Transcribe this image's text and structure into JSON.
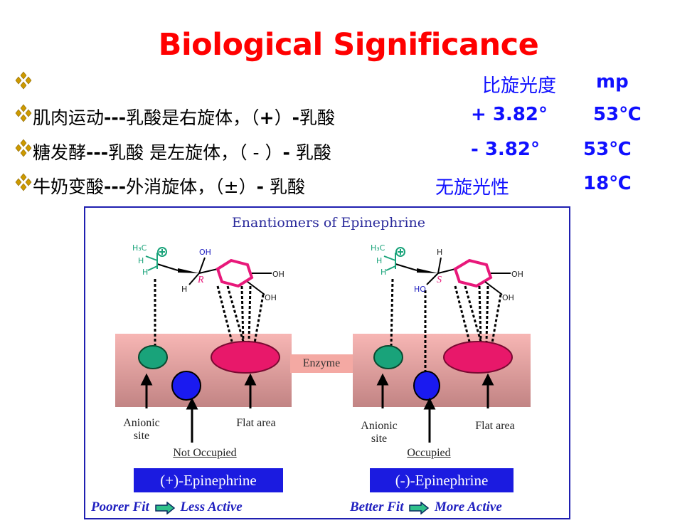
{
  "title": "Biological Significance",
  "header_row": {
    "col1": "比旋光度",
    "col2": "mp"
  },
  "rows": [
    {
      "text_a": "肌肉运动",
      "text_b": "---",
      "text_c": "乳酸是右旋体，（",
      "text_d": "+",
      "text_e": "）",
      "text_f": "-",
      "text_g": "乳酸",
      "rotation": "+ 3.82°",
      "mp": "53℃"
    },
    {
      "text_a": "糖发酵",
      "text_b": "---",
      "text_c": "乳酸 是左旋体，（ - ）",
      "text_d": "",
      "text_e": "",
      "text_f": "-",
      "text_g": " 乳酸",
      "rotation": "- 3.82°",
      "mp": "53℃"
    },
    {
      "text_a": "牛奶变酸",
      "text_b": "---",
      "text_c": "外消旋体，（±）",
      "text_d": "",
      "text_e": "",
      "text_f": "-",
      "text_g": " 乳酸",
      "rotation": "无旋光性",
      "mp": "18℃"
    }
  ],
  "bullet_icon": "diamond-bullet-icon",
  "figure": {
    "title": "Enantiomers of Epinephrine",
    "enzyme_label": "Enzyme",
    "left": {
      "anionic": "Anionic",
      "site": "site",
      "flat": "Flat area",
      "status": "Not Occupied",
      "name": "(+)-Epinephrine",
      "fit": "Poorer Fit",
      "activity": "Less Active",
      "config": "R",
      "atoms": {
        "h3c": "H₃C",
        "h1": "H",
        "h2": "H",
        "oh_top": "OH",
        "h_bottom": "H",
        "oh_right": "OH",
        "oh_lower": "OH"
      }
    },
    "right": {
      "anionic": "Anionic",
      "site": "site",
      "flat": "Flat area",
      "status": "Occupied",
      "name": "(-)-Epinephrine",
      "fit": "Better Fit",
      "activity": "More Active",
      "config": "S",
      "atoms": {
        "h3c": "H₃C",
        "h1": "H",
        "h2": "H",
        "h_top": "H",
        "ho": "HO",
        "oh_right": "OH",
        "oh_lower": "OH"
      }
    }
  },
  "colors": {
    "title": "#ff0000",
    "bullet": "#cc9900",
    "blue_text": "#1010ff",
    "enzyme_top": "#f7b6b4",
    "enzyme_bottom": "#c28484",
    "green_site": "#19a37a",
    "blue_site": "#1a1af0",
    "pink_site": "#e8186a",
    "ring": "#e8187a"
  }
}
